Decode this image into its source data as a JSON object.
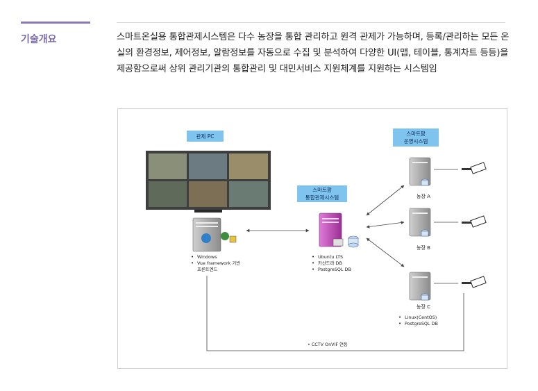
{
  "section": {
    "label": "기술개요",
    "description": "스마트온실용 통합관제시스템은 다수 농장을 통합 관리하고 원격 관제가 가능하며, 등록/관리하는 모든 온실의 환경정보, 제어정보, 알람정보를 자동으로 수집 및 분석하여 다양한 UI(맵, 테이블, 통계차트 등등)을 제공함으로써 상위 관리기관의 통합관리 및 대민서비스 지원체계를 지원하는 시스템임"
  },
  "diagram": {
    "control_pc": {
      "label": "관제 PC",
      "bullets": [
        "Windows",
        "Vue framework 기반"
      ],
      "extra_line": "프론트엔드"
    },
    "integrated_system": {
      "label_line1": "스마트팜",
      "label_line2": "통합관제시스템",
      "bullets": [
        "Ubuntu LTS",
        "카산드라 DB",
        "PostgreSQL DB"
      ]
    },
    "operating_system": {
      "label_line1": "스마트팜",
      "label_line2": "운영시스템",
      "bullets": [
        "Linux(CentOS)",
        "PostgreSQL DB"
      ]
    },
    "farms": [
      {
        "label": "농장 A"
      },
      {
        "label": "농장 B"
      },
      {
        "label": "농장 C"
      }
    ],
    "cctv_link": "CCTV OnVIF 연동",
    "colors": {
      "label_box": "#7fc4ef",
      "central_server": "#c04bb8",
      "server": "#9a9a9a",
      "accent": "#8a79b8"
    }
  }
}
